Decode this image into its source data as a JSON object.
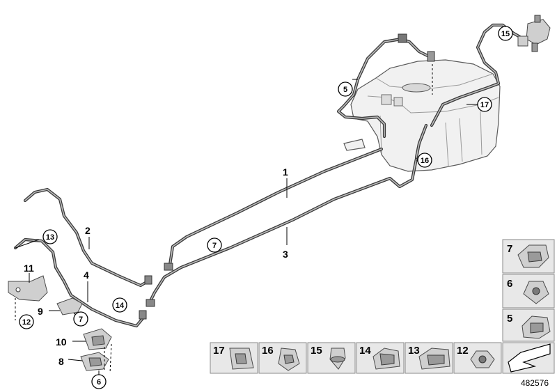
{
  "diagram": {
    "document_number": "482576",
    "callouts": {
      "c1": "1",
      "c2": "2",
      "c3": "3",
      "c4": "4",
      "c5": "5",
      "c6": "6",
      "c7a": "7",
      "c7b": "7",
      "c8": "8",
      "c9": "9",
      "c10": "10",
      "c11": "11",
      "c12": "12",
      "c13": "13",
      "c14": "14",
      "c15": "15",
      "c16": "16",
      "c17": "17"
    },
    "legend_right": [
      "7",
      "6",
      "5"
    ],
    "legend_bottom": [
      "17",
      "16",
      "15",
      "14",
      "13",
      "12"
    ]
  }
}
